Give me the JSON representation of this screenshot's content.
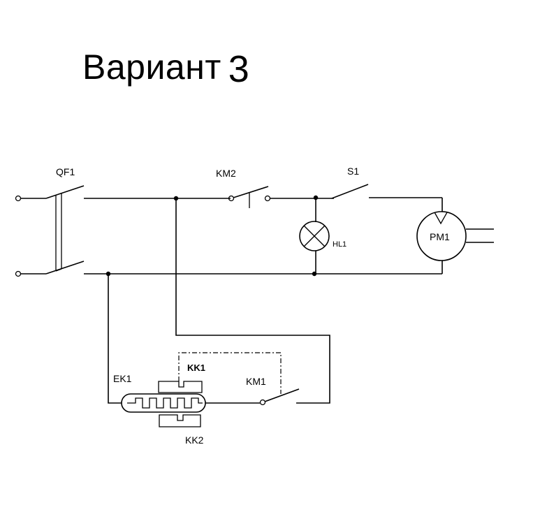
{
  "title": {
    "text": "Вариант",
    "number": "3"
  },
  "labels": {
    "qf1": "QF1",
    "km2": "KM2",
    "s1": "S1",
    "hl1": "HL1",
    "pm1": "PM1",
    "ek1": "EK1",
    "kk1": "KK1",
    "km1": "KM1",
    "kk2": "KK2"
  }
}
